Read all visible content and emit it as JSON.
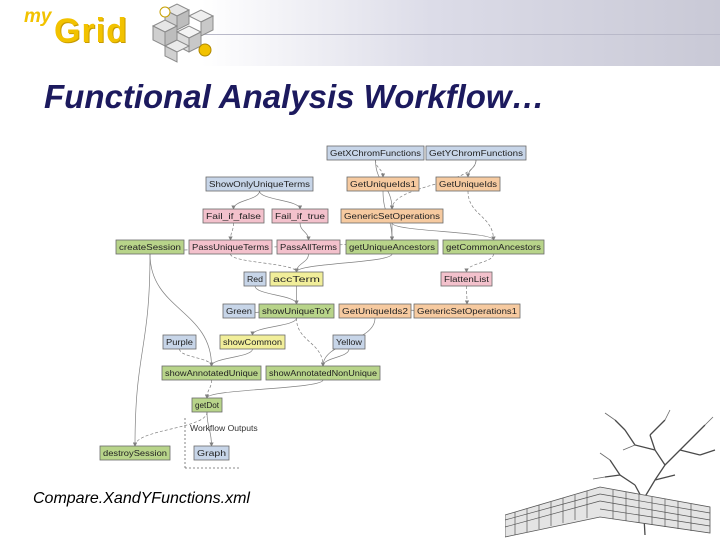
{
  "header": {
    "logo_my": "my",
    "logo_grid": "Grid",
    "title": "Functional Analysis Workflow…"
  },
  "footer": {
    "filename": "Compare.XandYFunctions.xml"
  },
  "colors": {
    "title": "#1c1a5e",
    "logo": "#f2c200",
    "node_blue": "#c7d5e8",
    "node_green": "#b8d48a",
    "node_orange": "#f6caa0",
    "node_pink": "#f3c1cc",
    "node_yellow": "#f1ee9a",
    "node_gray": "#d9d9d9"
  },
  "diagram": {
    "workflow_outputs_label": "Workflow Outputs",
    "nodes": [
      {
        "id": "getX",
        "label": "GetXChromFunctions",
        "color": "blue"
      },
      {
        "id": "getY",
        "label": "GetYChromFunctions",
        "color": "blue"
      },
      {
        "id": "showOnly",
        "label": "ShowOnlyUniqueTerms",
        "color": "blue"
      },
      {
        "id": "gu1",
        "label": "GetUniqueIds1",
        "color": "orange"
      },
      {
        "id": "gu2",
        "label": "GetUniqueIds",
        "color": "orange"
      },
      {
        "id": "failFalse",
        "label": "Fail_if_false",
        "color": "pink"
      },
      {
        "id": "failTrue",
        "label": "Fail_if_true",
        "color": "pink"
      },
      {
        "id": "genSet",
        "label": "GenericSetOperations",
        "color": "orange"
      },
      {
        "id": "create",
        "label": "createSession",
        "color": "green"
      },
      {
        "id": "passUnique",
        "label": "PassUniqueTerms",
        "color": "pink"
      },
      {
        "id": "passAll",
        "label": "PassAllTerms",
        "color": "pink"
      },
      {
        "id": "getUA",
        "label": "getUniqueAncestors",
        "color": "green"
      },
      {
        "id": "getCA",
        "label": "getCommonAncestors",
        "color": "green"
      },
      {
        "id": "red",
        "label": "Red",
        "color": "blue"
      },
      {
        "id": "accTerm",
        "label": "accTerm",
        "color": "yellow"
      },
      {
        "id": "flatten",
        "label": "FlattenList",
        "color": "pink"
      },
      {
        "id": "green",
        "label": "Green",
        "color": "blue"
      },
      {
        "id": "showUT",
        "label": "showUniqueToY",
        "color": "green"
      },
      {
        "id": "gu3",
        "label": "GetUniqueIds2",
        "color": "orange"
      },
      {
        "id": "genSet1",
        "label": "GenericSetOperations1",
        "color": "orange"
      },
      {
        "id": "purple",
        "label": "Purple",
        "color": "blue"
      },
      {
        "id": "showCommon",
        "label": "showCommon",
        "color": "yellow"
      },
      {
        "id": "yellow",
        "label": "Yellow",
        "color": "blue"
      },
      {
        "id": "showAU",
        "label": "showAnnotatedUnique",
        "color": "green"
      },
      {
        "id": "showANU",
        "label": "showAnnotatedNonUnique",
        "color": "green"
      },
      {
        "id": "getDot",
        "label": "getDot",
        "color": "green"
      },
      {
        "id": "destroy",
        "label": "destroySession",
        "color": "green"
      },
      {
        "id": "graph",
        "label": "Graph",
        "color": "blue"
      }
    ],
    "edges": [
      [
        "getX",
        "gu1"
      ],
      [
        "getY",
        "gu2"
      ],
      [
        "getX",
        "genSet"
      ],
      [
        "getY",
        "genSet"
      ],
      [
        "showOnly",
        "failFalse"
      ],
      [
        "showOnly",
        "failTrue"
      ],
      [
        "failFalse",
        "passUnique"
      ],
      [
        "failTrue",
        "passAll"
      ],
      [
        "gu1",
        "getUA"
      ],
      [
        "gu2",
        "getCA"
      ],
      [
        "genSet",
        "getUA"
      ],
      [
        "genSet",
        "getCA"
      ],
      [
        "create",
        "getUA"
      ],
      [
        "create",
        "showAU"
      ],
      [
        "create",
        "destroy"
      ],
      [
        "passUnique",
        "accTerm"
      ],
      [
        "passAll",
        "accTerm"
      ],
      [
        "getUA",
        "accTerm"
      ],
      [
        "getCA",
        "flatten"
      ],
      [
        "red",
        "showUT"
      ],
      [
        "accTerm",
        "showUT"
      ],
      [
        "flatten",
        "genSet1"
      ],
      [
        "green",
        "showUT"
      ],
      [
        "showUT",
        "showCommon"
      ],
      [
        "showUT",
        "showANU"
      ],
      [
        "gu3",
        "showANU"
      ],
      [
        "genSet1",
        "gu3"
      ],
      [
        "purple",
        "showAU"
      ],
      [
        "showCommon",
        "showAU"
      ],
      [
        "yellow",
        "showANU"
      ],
      [
        "showAU",
        "getDot"
      ],
      [
        "showANU",
        "getDot"
      ],
      [
        "getDot",
        "graph"
      ],
      [
        "getDot",
        "destroy"
      ]
    ]
  }
}
